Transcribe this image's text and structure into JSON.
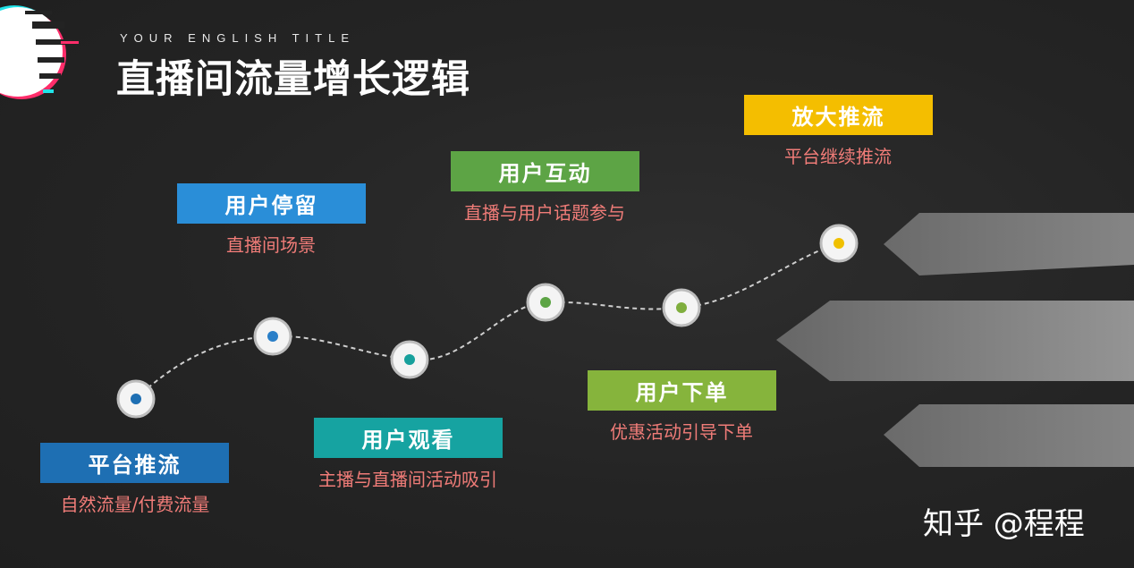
{
  "header": {
    "subtitle": "YOUR ENGLISH TITLE",
    "title": "直播间流量增长逻辑"
  },
  "stages": [
    {
      "label": "平台推流",
      "desc": "自然流量/付费流量",
      "color": "#1e6fb3",
      "dot_color": "#1e6fb3"
    },
    {
      "label": "用户停留",
      "desc": "直播间场景",
      "color": "#2a8ed8",
      "dot_color": "#2a7fc8"
    },
    {
      "label": "用户观看",
      "desc": "主播与直播间活动吸引",
      "color": "#16a3a1",
      "dot_color": "#17a09c"
    },
    {
      "label": "用户互动",
      "desc": "直播与用户话题参与",
      "color": "#5da445",
      "dot_color": "#5da445"
    },
    {
      "label": "用户下单",
      "desc": "优惠活动引导下单",
      "color": "#86b43c",
      "dot_color": "#7fae3e"
    },
    {
      "label": "放大推流",
      "desc": "平台继续推流",
      "color": "#f4be00",
      "dot_color": "#f0c000"
    }
  ],
  "watermark": "知乎 @程程",
  "colors": {
    "background": "#232323",
    "desc_text": "#f07c78",
    "arrow": "#7a7a7a"
  }
}
